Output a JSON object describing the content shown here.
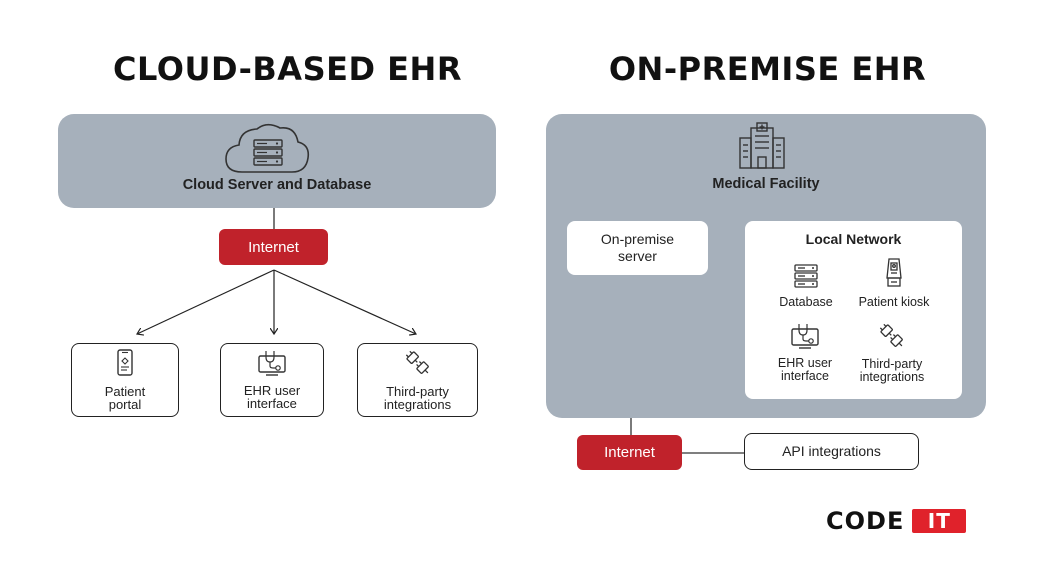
{
  "titles": {
    "cloud": "CLOUD-BASED EHR",
    "onprem": "ON-PREMISE EHR"
  },
  "cloud": {
    "panel_label": "Cloud Server and Database",
    "internet_label": "Internet",
    "endpoints": [
      {
        "label_line1": "Patient",
        "label_line2": "portal",
        "icon": "smartphone-icon"
      },
      {
        "label_line1": "EHR user",
        "label_line2": "interface",
        "icon": "monitor-stethoscope-icon"
      },
      {
        "label_line1": "Third-party",
        "label_line2": "integrations",
        "icon": "plug-icon"
      }
    ]
  },
  "onprem": {
    "panel_label": "Medical Facility",
    "server_label_line1": "On-premise",
    "server_label_line2": "server",
    "local_network_title": "Local Network",
    "local_items": [
      {
        "label_line1": "Database",
        "label_line2": "",
        "icon": "database-server-icon"
      },
      {
        "label_line1": "Patient kiosk",
        "label_line2": "",
        "icon": "kiosk-icon"
      },
      {
        "label_line1": "EHR user",
        "label_line2": "interface",
        "icon": "monitor-stethoscope-icon"
      },
      {
        "label_line1": "Third-party",
        "label_line2": "integrations",
        "icon": "plug-icon"
      }
    ],
    "internet_label": "Internet",
    "api_label": "API integrations"
  },
  "logo": {
    "text": "CODE",
    "badge": "IT"
  },
  "colors": {
    "panel_grey": "#a6b0bb",
    "accent_red": "#c0222b",
    "logo_red": "#e0222b"
  }
}
